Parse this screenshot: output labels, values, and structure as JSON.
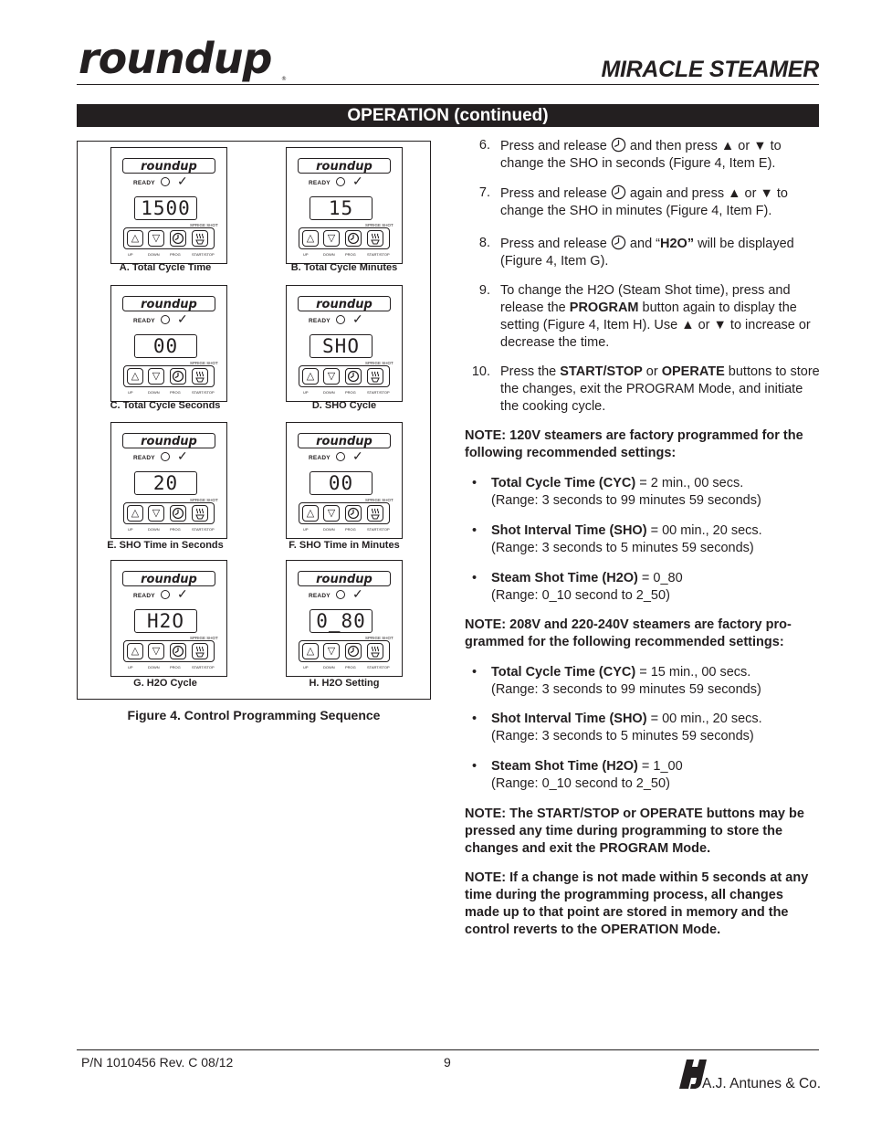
{
  "header": {
    "brand_logo_text": "roundup",
    "product_title": "MIRACLE STEAMER"
  },
  "section_title": "OPERATION (continued)",
  "figure": {
    "caption": "Figure 4. Control Programming Sequence",
    "panel_ready_label": "READY",
    "panel_steam_label": "SPRIGE SHOT",
    "button_labels": {
      "up": "UP",
      "down": "DOWN",
      "prog": "PROG",
      "start": "START/STOP"
    },
    "panels": [
      {
        "display": "1500",
        "caption": "A. Total Cycle Time"
      },
      {
        "display": "15",
        "caption": "B. Total Cycle Minutes"
      },
      {
        "display": "00",
        "caption": "C. Total Cycle Seconds"
      },
      {
        "display": "SHO",
        "caption": "D. SHO Cycle"
      },
      {
        "display": "20",
        "caption": "E. SHO Time in Seconds"
      },
      {
        "display": "00",
        "caption": "F. SHO Time in Minutes"
      },
      {
        "display": "H2O",
        "caption": "G. H2O Cycle"
      },
      {
        "display": "0_80",
        "caption": "H. H2O Setting"
      }
    ]
  },
  "steps": [
    {
      "num": "6.",
      "a": "Press and release ",
      "b": " and then press ▲ or ▼ to change the SHO in seconds (Figure 4, Item E)."
    },
    {
      "num": "7.",
      "a": "Press and release ",
      "b": " again and press ▲ or ▼ to change the SHO in minutes (Figure 4, Item F)."
    },
    {
      "num": "8.",
      "a": "Press and release ",
      "b": " and “",
      "bold": "H2O”",
      "c": " will be dis­played (Figure 4, Item G)."
    },
    {
      "num": "9.",
      "a": "To change the H2O (Steam Shot time), press and release the ",
      "bold": "PROGRAM",
      "c": " button again to display the setting (Figure 4, Item H). Use ▲ or ▼ to increase or decrease the time."
    },
    {
      "num": "10.",
      "a": "Press the ",
      "bold": "START/STOP",
      "b": " or ",
      "bold2": "OPERATE",
      "c": " buttons to store the changes, exit the PROGRAM Mode, and initiate the cooking cycle."
    }
  ],
  "notes": {
    "note1": "NOTE: 120V steamers are factory programmed for the following recommended settings:",
    "note2": "NOTE: 208V and 220-240V steamers are factory pro­grammed for the following recommended settings:",
    "note3": "NOTE: The START/STOP or OPERATE buttons may be pressed any time during programming to store the changes and exit the PROGRAM Mode.",
    "note4": "NOTE: If a change is not made within 5 seconds at any time during the programming process, all changes made up to that point are stored in memory and the control reverts to the OPERATION Mode."
  },
  "settings_120v": [
    {
      "label": "Total Cycle Time (CYC)",
      "value": " = 2 min., 00 secs.",
      "range": "(Range: 3 seconds to 99 minutes 59 seconds)"
    },
    {
      "label": "Shot Interval Time (SHO)",
      "value": " = 00 min., 20 secs.",
      "range": "(Range: 3 seconds to 5 minutes 59 seconds)"
    },
    {
      "label": "Steam Shot Time (H2O)",
      "value": " = 0_80",
      "range": "(Range: 0_10 second to 2_50)"
    }
  ],
  "settings_208v": [
    {
      "label": "Total Cycle Time (CYC)",
      "value": " = 15 min., 00 secs.",
      "range": "(Range: 3 seconds to 99 minutes 59 seconds)"
    },
    {
      "label": "Shot Interval Time (SHO)",
      "value": " = 00 min., 20 secs.",
      "range": "(Range: 3 seconds to 5 minutes 59 seconds)"
    },
    {
      "label": "Steam Shot Time (H2O)",
      "value": " = 1_00",
      "range": "(Range: 0_10 second to 2_50)"
    }
  ],
  "footer": {
    "part_number": "P/N 1010456 Rev. C 08/12",
    "page_number": "9",
    "company": "A.J. Antunes & Co."
  }
}
